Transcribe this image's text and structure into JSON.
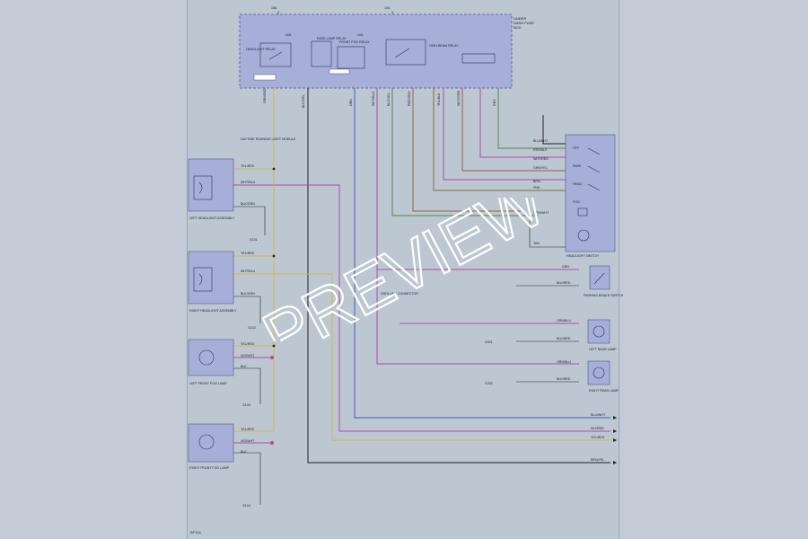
{
  "fuse_block": {
    "title_lines": [
      "UNDER",
      "DASH FUSE",
      "BOX"
    ],
    "relays": [
      {
        "label": "HEADLIGHT RELAY"
      },
      {
        "label": "PARK LAMP RELAY"
      },
      {
        "label": "FRONT FOG RELAY"
      },
      {
        "label": "HIGH BEAM RELAY"
      }
    ],
    "fuses": [
      "15A",
      "10A",
      "10A",
      "20A"
    ],
    "wire_codes": [
      "GRN/RED",
      "BLK/YEL",
      "ORN",
      "WHT/BLU",
      "BLU/YEL",
      "RED/GRN",
      "YEL/BLK",
      "WHT/GRN",
      "GRY"
    ]
  },
  "headlight_switch": {
    "label": "HEADLIGHT SWITCH",
    "positions": [
      "OFF",
      "PARK",
      "HEAD",
      "FOG"
    ],
    "pins": [
      "BLU/WHT",
      "RED/BLK",
      "WHT/RED",
      "GRN/YEL",
      "BRN",
      "PNK",
      "ORN/WHT",
      "TAN"
    ]
  },
  "left_headlight": {
    "label": "LEFT HEADLIGHT ASSEMBLY",
    "pins": [
      "YEL/RED",
      "WHT/BLU",
      "BLK/GRN"
    ],
    "ground": "G101"
  },
  "right_headlight": {
    "label": "RIGHT HEADLIGHT ASSEMBLY",
    "pins": [
      "YEL/RED",
      "WHT/BLU",
      "BLK/GRN"
    ],
    "ground": "G102"
  },
  "left_fog": {
    "label": "LEFT FRONT FOG LAMP",
    "pins": [
      "YEL/RED",
      "VIO/WHT",
      "BLK"
    ],
    "ground": "G103"
  },
  "right_fog": {
    "label": "RIGHT FRONT FOG LAMP",
    "pins": [
      "YEL/RED",
      "VIO/WHT",
      "BLK"
    ],
    "ground": "G104"
  },
  "parking_brake": {
    "label": "PARKING BRAKE SWITCH",
    "pins": [
      "GRN",
      "BLK/RED"
    ]
  },
  "left_rear_lamp": {
    "label": "LEFT REAR LAMP",
    "pins": [
      "ORN/BLU",
      "BLK/RED"
    ],
    "ground": "G301"
  },
  "right_rear_lamp": {
    "label": "RIGHT REAR LAMP",
    "pins": [
      "ORN/BLU",
      "BLK/RED"
    ],
    "ground": "G302"
  },
  "right_edge_wires": [
    "BLU/WHT",
    "VIO/RED",
    "YEL/RED",
    "BRN/YEL"
  ],
  "notes": [
    "DAYTIME RUNNING LIGHT MODULE",
    "DATA LINK CONNECTOR"
  ],
  "sheet_id": "BF104",
  "watermark": "PREVIEW",
  "colors": {
    "fuse_block_fill": "#a7afd9",
    "wire_blue": "#3a5fb8",
    "wire_magenta": "#b04aa6",
    "wire_yellow": "#d2b84a",
    "wire_brown": "#8a6a3a",
    "wire_green": "#4e8a4e",
    "wire_black": "#222222"
  }
}
